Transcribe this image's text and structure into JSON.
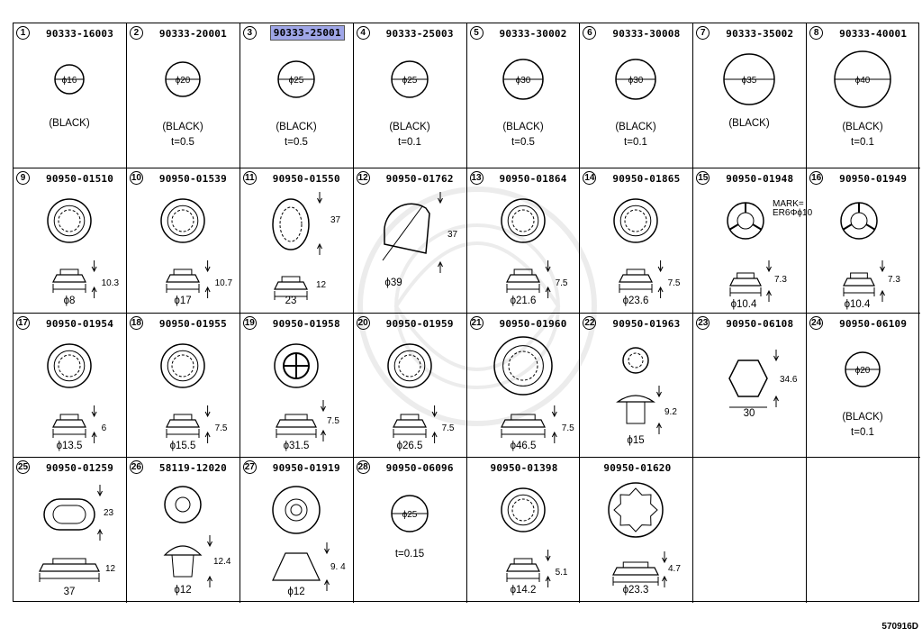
{
  "catalog_number": "570916D",
  "parts": [
    {
      "num": "1",
      "part": "90333-16003",
      "shape": "round",
      "dia": "ϕ16",
      "note1": "(BLACK)",
      "note2": ""
    },
    {
      "num": "2",
      "part": "90333-20001",
      "shape": "round",
      "dia": "ϕ20",
      "note1": "(BLACK)",
      "note2": "t=0.5"
    },
    {
      "num": "3",
      "part": "90333-25001",
      "shape": "round",
      "dia": "ϕ25",
      "note1": "(BLACK)",
      "note2": "t=0.5",
      "highlight": true
    },
    {
      "num": "4",
      "part": "90333-25003",
      "shape": "round",
      "dia": "ϕ25",
      "note1": "(BLACK)",
      "note2": "t=0.1"
    },
    {
      "num": "5",
      "part": "90333-30002",
      "shape": "round",
      "dia": "ϕ30",
      "note1": "(BLACK)",
      "note2": "t=0.5"
    },
    {
      "num": "6",
      "part": "90333-30008",
      "shape": "round",
      "dia": "ϕ30",
      "note1": "(BLACK)",
      "note2": "t=0.1"
    },
    {
      "num": "7",
      "part": "90333-35002",
      "shape": "round",
      "dia": "ϕ35",
      "note1": "(BLACK)",
      "note2": ""
    },
    {
      "num": "8",
      "part": "90333-40001",
      "shape": "round",
      "dia": "ϕ40",
      "note1": "(BLACK)",
      "note2": "t=0.1"
    },
    {
      "num": "9",
      "part": "90950-01510",
      "shape": "grommet",
      "dia": "ϕ8",
      "h": "10.3"
    },
    {
      "num": "10",
      "part": "90950-01539",
      "shape": "grommet",
      "dia": "ϕ17",
      "h": "10.7"
    },
    {
      "num": "11",
      "part": "90950-01550",
      "shape": "oval",
      "dia": "23",
      "h": "12",
      "len": "37"
    },
    {
      "num": "12",
      "part": "90950-01762",
      "shape": "cutdisc",
      "dia": "ϕ39",
      "len": "37"
    },
    {
      "num": "13",
      "part": "90950-01864",
      "shape": "grommet",
      "dia": "ϕ21.6",
      "h": "7.5"
    },
    {
      "num": "14",
      "part": "90950-01865",
      "shape": "grommet",
      "dia": "ϕ23.6",
      "h": "7.5"
    },
    {
      "num": "15",
      "part": "90950-01948",
      "shape": "slotted",
      "dia": "ϕ10.4",
      "h": "7.3",
      "mark1": "MARK=",
      "mark2": "ER6Φϕ10"
    },
    {
      "num": "16",
      "part": "90950-01949",
      "shape": "slotted",
      "dia": "ϕ10.4",
      "h": "7.3"
    },
    {
      "num": "17",
      "part": "90950-01954",
      "shape": "grommet",
      "dia": "ϕ13.5",
      "h": "6"
    },
    {
      "num": "18",
      "part": "90950-01955",
      "shape": "grommet",
      "dia": "ϕ15.5",
      "h": "7.5"
    },
    {
      "num": "19",
      "part": "90950-01958",
      "shape": "cross",
      "dia": "ϕ31.5",
      "h": "7.5"
    },
    {
      "num": "20",
      "part": "90950-01959",
      "shape": "grommet",
      "dia": "ϕ26.5",
      "h": "7.5"
    },
    {
      "num": "21",
      "part": "90950-01960",
      "shape": "grommetlg",
      "dia": "ϕ46.5",
      "h": "7.5"
    },
    {
      "num": "22",
      "part": "90950-01963",
      "shape": "plug",
      "dia": "ϕ15",
      "h": "9.2"
    },
    {
      "num": "23",
      "part": "90950-06108",
      "shape": "hex",
      "w": "30",
      "h": "34.6"
    },
    {
      "num": "24",
      "part": "90950-06109",
      "shape": "round",
      "dia": "ϕ20",
      "note1": "(BLACK)",
      "note2": "t=0.1"
    },
    {
      "num": "25",
      "part": "90950-01259",
      "shape": "ovalgrommet",
      "dia": "37",
      "h": "12",
      "len": "23"
    },
    {
      "num": "26",
      "part": "58119-12020",
      "shape": "clip",
      "dia": "ϕ12",
      "h": "12.4"
    },
    {
      "num": "27",
      "part": "90950-01919",
      "shape": "boot",
      "dia": "ϕ12",
      "h": "9. 4"
    },
    {
      "num": "28",
      "part": "90950-06096",
      "shape": "round",
      "dia": "ϕ25",
      "note1": "",
      "note2": "t=0.15"
    },
    {
      "num": "",
      "part": "90950-01398",
      "shape": "grommet",
      "dia": "ϕ14.2",
      "h": "5.1"
    },
    {
      "num": "",
      "part": "90950-01620",
      "shape": "star",
      "dia": "ϕ23.3",
      "h": "4.7"
    },
    {
      "num": "",
      "part": "",
      "shape": "empty"
    },
    {
      "num": "",
      "part": "",
      "shape": "empty"
    }
  ]
}
